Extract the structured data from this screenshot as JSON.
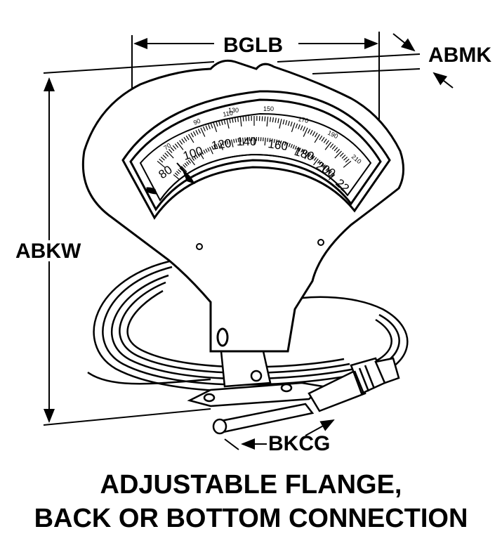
{
  "dimension_labels": {
    "width": "BGLB",
    "depth": "ABMK",
    "height": "ABKW",
    "bulb": "BKCG"
  },
  "outer_scale": [
    "70",
    "90",
    "110",
    "130",
    "150",
    "170",
    "190",
    "210"
  ],
  "inner_scale": [
    "80",
    "100",
    "120",
    "140",
    "160",
    "180",
    "200",
    "22"
  ],
  "caption": {
    "line1": "ADJUSTABLE FLANGE,",
    "line2": "BACK OR BOTTOM CONNECTION"
  }
}
